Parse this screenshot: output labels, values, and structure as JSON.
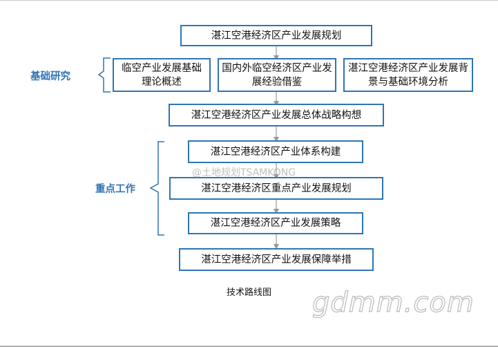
{
  "title_box": "湛江空港经济区产业发展规划",
  "sections": {
    "basic_research": "基础研究",
    "key_work": "重点工作"
  },
  "research_boxes": [
    "临空产业发展基础理论概述",
    "国内外临空经济区产业发展经验借鉴",
    "湛江空港经济区产业发展背景与基础环境分析"
  ],
  "strategy_box": "湛江空港经济区产业发展总体战略构想",
  "key_boxes": [
    "湛江空港经济区产业体系构建",
    "湛江空港经济区重点产业发展规划",
    "湛江空港经济区产业发展策略"
  ],
  "final_box": "湛江空港经济区产业发展保障举措",
  "caption": "技术路线图",
  "watermark": "@土地规划TSAMKONG",
  "site_mark": "gdmm.com",
  "colors": {
    "accent": "#2e74b5",
    "line": "#9a9a9a",
    "text": "#111111"
  }
}
